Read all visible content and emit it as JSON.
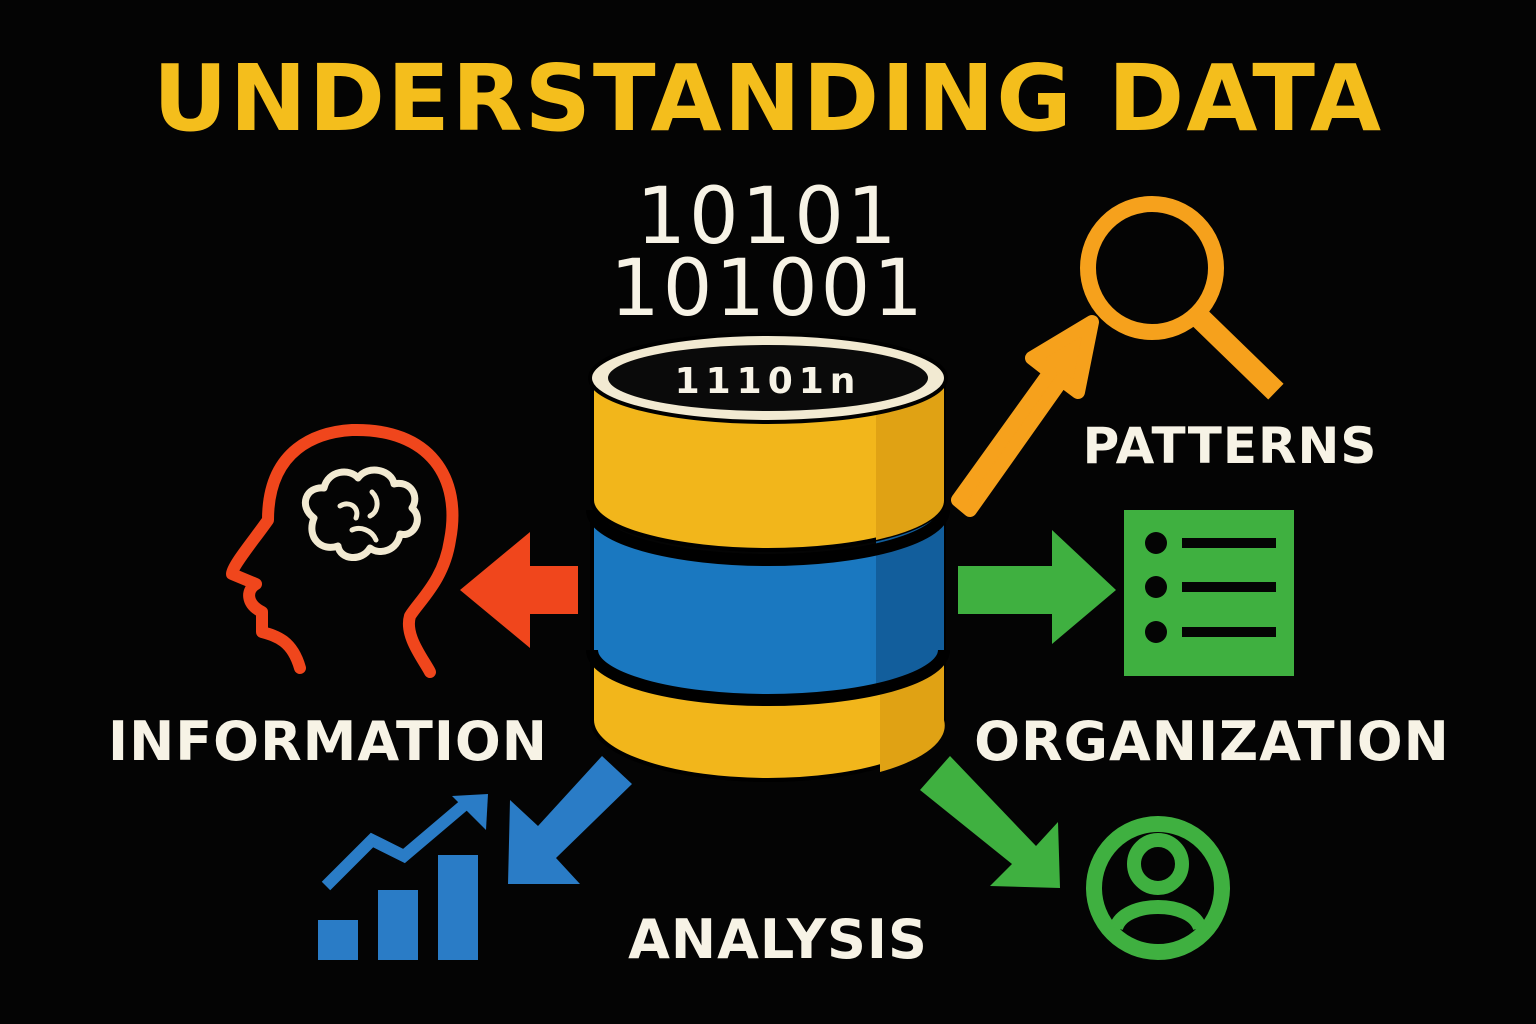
{
  "title": "UNDERSTANDING DATA",
  "binary": {
    "line1": "10101",
    "line2": "101001",
    "rim": "11101n"
  },
  "labels": {
    "information": "INFORMATION",
    "patterns": "PATTERNS",
    "organization": "ORGANIZATION",
    "analysis": "ANALYSIS"
  },
  "icons": {
    "database": "database-icon",
    "head": "head-brain-icon",
    "magnifier": "magnifying-glass-icon",
    "list": "list-icon",
    "chart": "bar-chart-trend-icon",
    "user": "user-circle-icon"
  },
  "colors": {
    "background": "#040404",
    "title": "#f4be1c",
    "text": "#f7f3e6",
    "db_yellow": "#f2b61b",
    "db_yellow_shade": "#e0a214",
    "db_blue": "#1a78c0",
    "db_blue_shade": "#125e9c",
    "red": "#f0461c",
    "orange": "#f6a11c",
    "green": "#3fb040",
    "blue": "#2a7cc6"
  }
}
